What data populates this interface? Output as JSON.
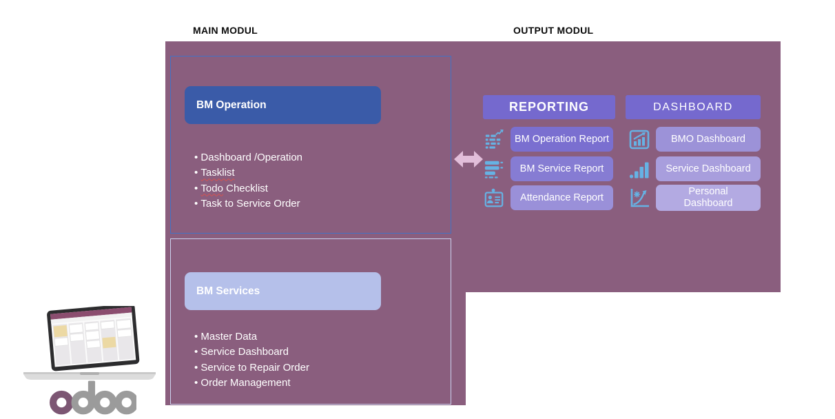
{
  "titles": {
    "main_modul": "MAIN MODUL",
    "output_modul": "OUTPUT MODUL"
  },
  "colors": {
    "canvas_bg": "#8A5E7E",
    "operation_box_border": "#4472C4",
    "services_box_border": "#CDD4F0",
    "bm_operation_bg": "#3A5BA8",
    "bm_services_bg": "#B5C0EA",
    "header_bg": "#7569CE",
    "reporting_row_bgs": [
      "#7A6FD0",
      "#867CD3",
      "#9A90D9"
    ],
    "dashboard_row_bgs": [
      "#9C92D8",
      "#A89EDD",
      "#B3AAE2"
    ],
    "icon_color": "#66B2E4",
    "arrow_color": "#E2BEDA",
    "odoo_purple": "#7C5673",
    "odoo_gray": "#9B9B9B"
  },
  "main_module": {
    "operation": {
      "title": "BM Operation",
      "items": [
        {
          "text": "Dashboard /Operation"
        },
        {
          "text": "Tasklist",
          "misspelled": "Tasklist"
        },
        {
          "text": "Todo Checklist",
          "misspelled": "Todo"
        },
        {
          "text": "Task to Service Order"
        }
      ]
    },
    "services": {
      "title": "BM Services",
      "items": [
        {
          "text": "Master Data"
        },
        {
          "text": "Service Dashboard"
        },
        {
          "text": "Service to Repair Order"
        },
        {
          "text": "Order Management"
        }
      ]
    }
  },
  "output_module": {
    "reporting": {
      "header": "REPORTING",
      "rows": [
        {
          "label": "BM Operation Report",
          "icon": "operation-report-icon"
        },
        {
          "label": "BM Service Report",
          "icon": "service-report-icon"
        },
        {
          "label": "Attendance Report",
          "icon": "attendance-report-icon"
        }
      ]
    },
    "dashboard": {
      "header": "DASHBOARD",
      "rows": [
        {
          "label": "BMO Dashboard",
          "icon": "bmo-dashboard-icon"
        },
        {
          "label": "Service Dashboard",
          "icon": "service-dashboard-icon"
        },
        {
          "label": "Personal Dashboard",
          "icon": "personal-dashboard-icon",
          "two_line": true
        }
      ]
    }
  },
  "logo": {
    "text": "odoo"
  }
}
